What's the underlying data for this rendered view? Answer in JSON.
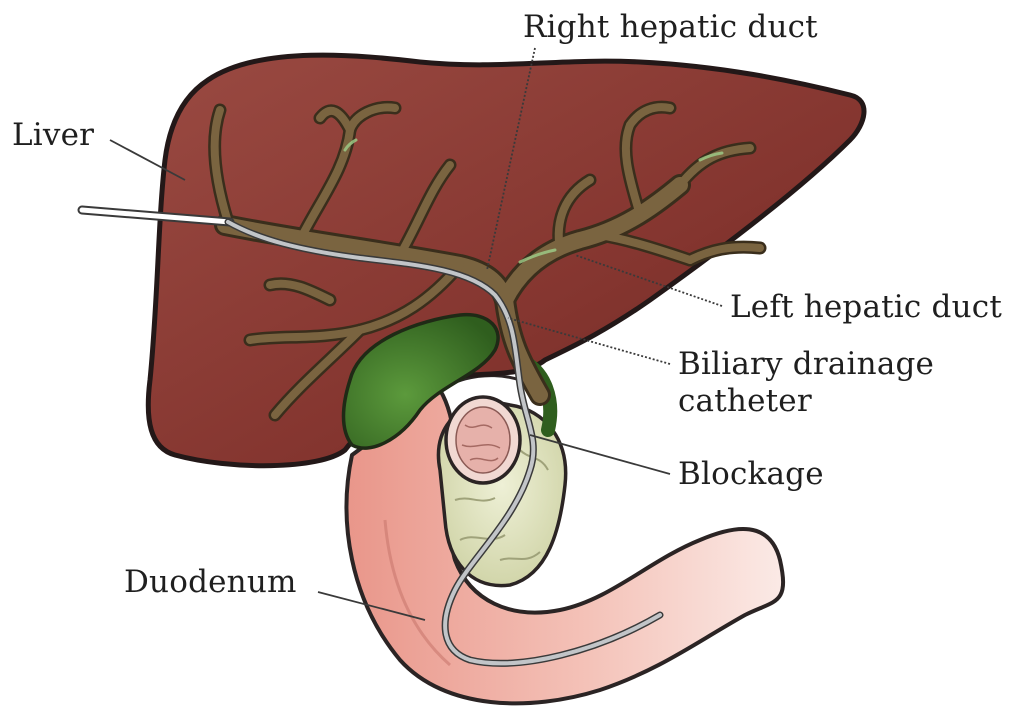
{
  "labels": {
    "right_hepatic_duct": "Right hepatic duct",
    "liver": "Liver",
    "left_hepatic_duct": "Left hepatic duct",
    "biliary_line1": "Biliary drainage",
    "biliary_line2": "catheter",
    "blockage": "Blockage",
    "duodenum": "Duodenum"
  },
  "colors": {
    "liver": "#8a3a33",
    "liver_dark": "#6e2a26",
    "duct": "#6e5a36",
    "duct_outline": "#3a2e1c",
    "gallbladder": "#3f7a2a",
    "duodenum": "#e8a79b",
    "pancreas": "#dfe2c2",
    "catheter": "#b9bcbf",
    "blockage": "#e8b9b5",
    "leader": "#3a3a3a"
  }
}
